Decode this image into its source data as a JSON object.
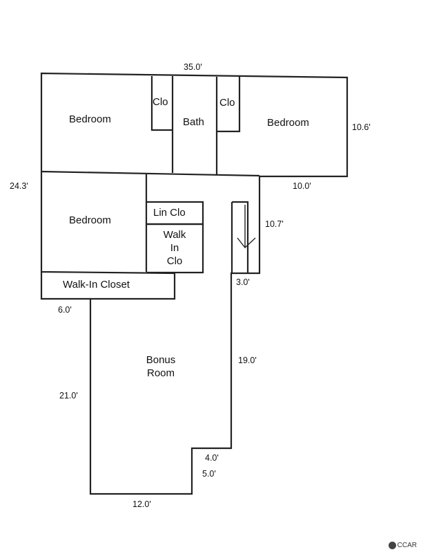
{
  "rooms": {
    "bedroom_top_left": "Bedroom",
    "clo_left": "Clo",
    "bath": "Bath",
    "clo_right": "Clo",
    "bedroom_top_right": "Bedroom",
    "bedroom_middle": "Bedroom",
    "lin_clo": "Lin Clo",
    "walk_in_clo_1": "Walk",
    "walk_in_clo_2": "In",
    "walk_in_clo_3": "Clo",
    "walk_in_closet": "Walk-In Closet",
    "bonus_room_1": "Bonus",
    "bonus_room_2": "Room"
  },
  "dimensions": {
    "top_width": "35.0'",
    "right_top": "10.6'",
    "left_total": "24.3'",
    "step_width": "10.0'",
    "stair_height": "10.7'",
    "stair_width": "3.0'",
    "closet_ext": "6.0'",
    "bonus_right": "19.0'",
    "bonus_left": "21.0'",
    "notch_width": "4.0'",
    "notch_height": "5.0'",
    "bonus_bottom": "12.0'"
  },
  "watermark": {
    "text": "CCAR",
    "icon": "ccar-logo-icon"
  }
}
